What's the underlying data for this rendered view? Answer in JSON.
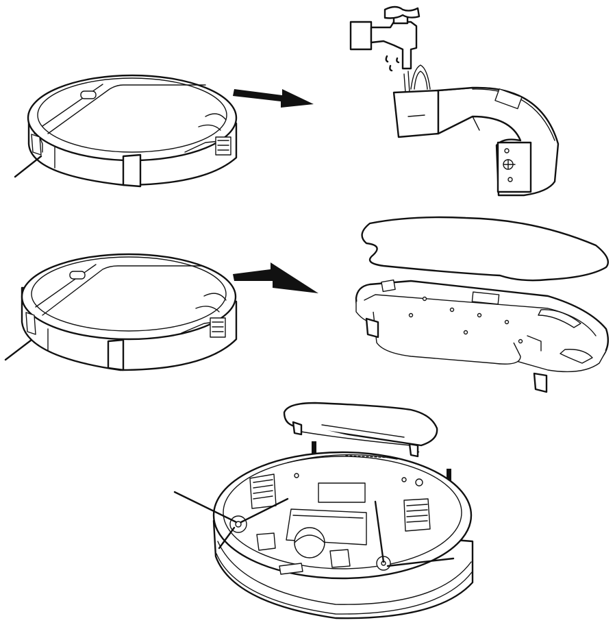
{
  "figure": {
    "steps": [
      {
        "id": "remove-water-tank",
        "arrow": "right"
      },
      {
        "id": "fill-water-tank",
        "arrow": "none"
      },
      {
        "id": "attach-mop-bracket",
        "arrow": "left"
      },
      {
        "id": "install-on-underside",
        "arrow": "down"
      }
    ],
    "colors": {
      "line": "#111111",
      "background": "#ffffff"
    },
    "icons": [
      "robot-vacuum-icon",
      "water-tap-icon",
      "water-tank-icon",
      "mop-cloth-icon",
      "mop-bracket-icon",
      "arrow-icon"
    ]
  }
}
